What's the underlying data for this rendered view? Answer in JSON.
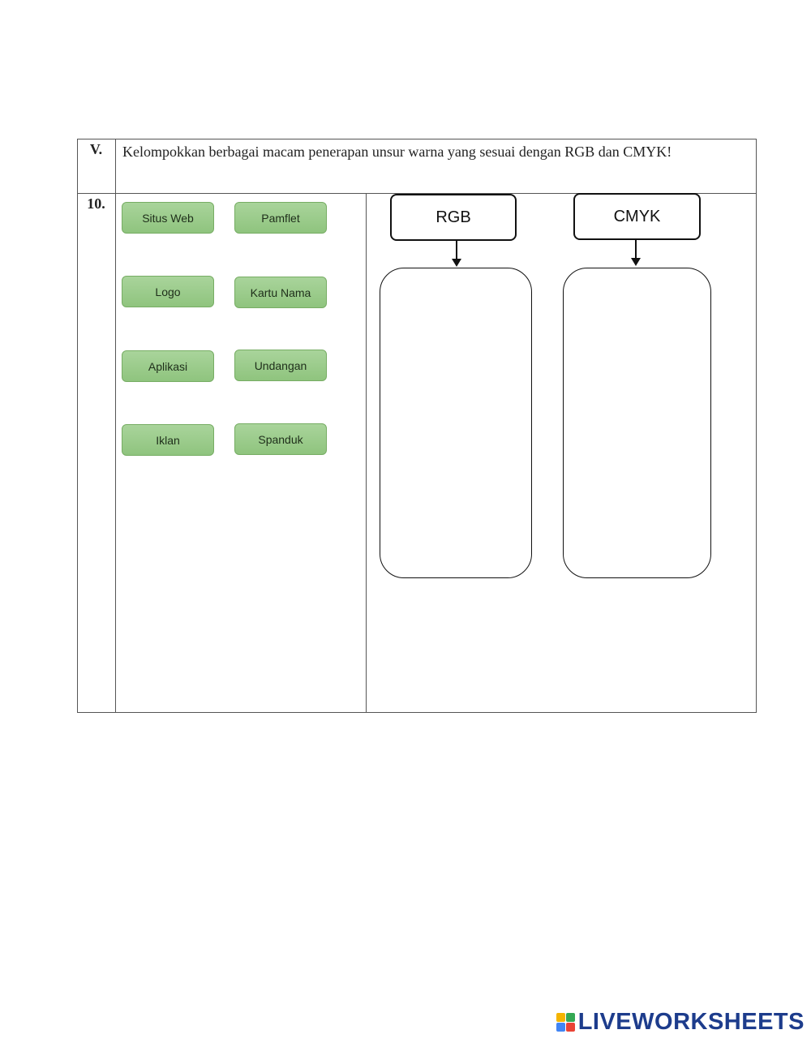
{
  "section": {
    "number": "V.",
    "instruction": "Kelompokkan berbagai macam penerapan unsur warna yang sesuai dengan RGB dan CMYK!"
  },
  "question": {
    "number": "10.",
    "cards": [
      "Situs Web",
      "Pamflet",
      "Logo",
      "Kartu Nama",
      "Aplikasi",
      "Undangan",
      "Iklan",
      "Spanduk"
    ],
    "categories": {
      "rgb": "RGB",
      "cmyk": "CMYK"
    }
  },
  "branding": {
    "text": "LIVEWORKSHEETS",
    "icon": "liveworksheets-logo-icon",
    "icon_colors": [
      "#f4b400",
      "#34a853",
      "#4285f4",
      "#ea4335"
    ]
  }
}
